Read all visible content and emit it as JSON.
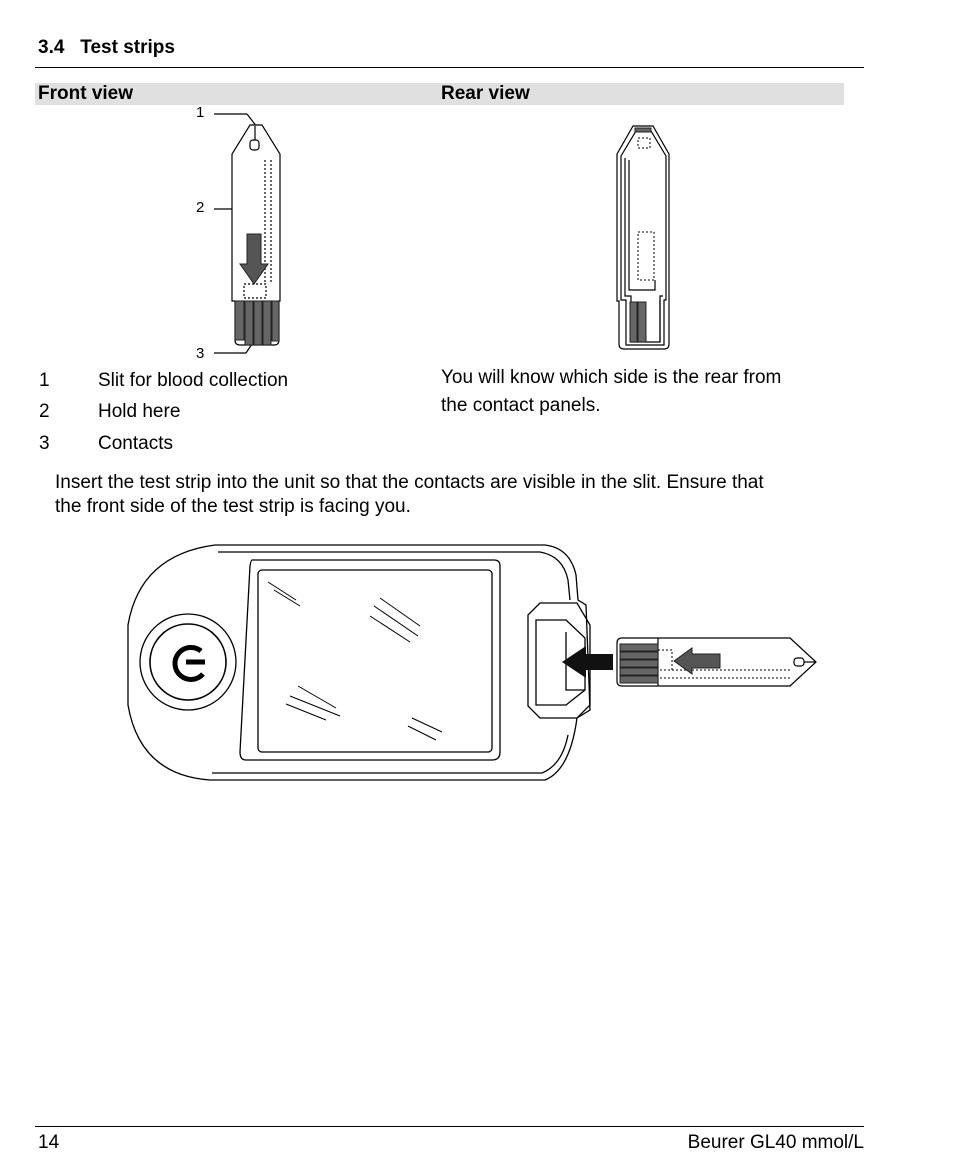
{
  "section": {
    "number": "3.4",
    "title": "Test strips"
  },
  "views": {
    "front": "Front view",
    "rear": "Rear view"
  },
  "callouts": [
    "1",
    "2",
    "3"
  ],
  "legend": [
    {
      "num": "1",
      "text": "Slit for blood collection"
    },
    {
      "num": "2",
      "text": "Hold here"
    },
    {
      "num": "3",
      "text": "Contacts"
    }
  ],
  "rear_note": {
    "line1": "You will know which side is the rear from",
    "line2": "the contact panels."
  },
  "instruction": {
    "line1": "Insert the test strip into the unit so that the contacts are visible in the slit. Ensure that",
    "line2": "the front side of the test strip is facing you."
  },
  "footer": {
    "page": "14",
    "product": "Beurer GL40 mmol/L"
  },
  "icons": [
    "power-icon",
    "insert-arrow-icon",
    "hold-arrow-icon"
  ]
}
